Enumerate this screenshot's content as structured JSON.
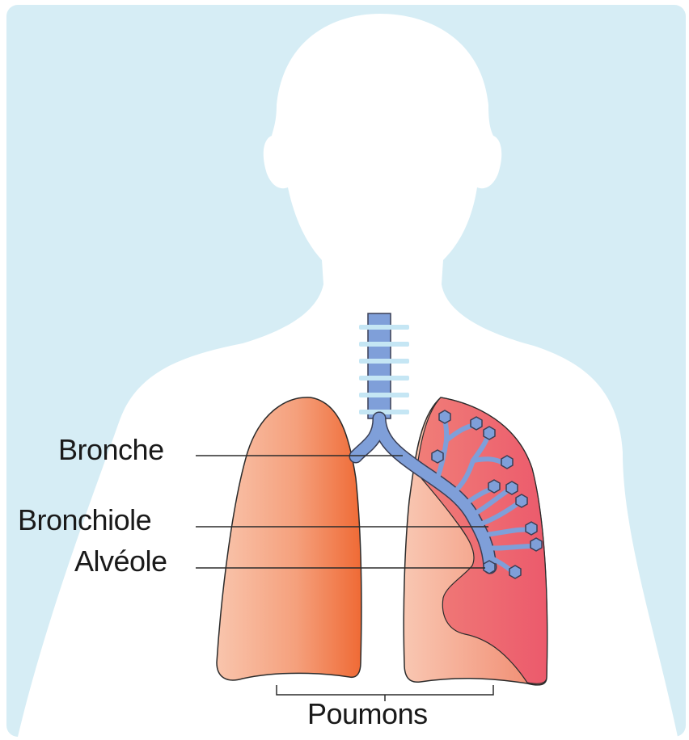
{
  "labels": {
    "bronche": "Bronche",
    "bronchiole": "Bronchiole",
    "alveole": "Alvéole",
    "poumons": "Poumons"
  },
  "colors": {
    "background": "#d6edf5",
    "silhouette": "#ffffff",
    "lung_light": "#f9c5ad",
    "lung_dark": "#ef6f3e",
    "lung_diseased": "#ee5e6e",
    "airway": "#7f9fd9",
    "trachea_rings": "#c5e6f4",
    "outline": "#2b2b2b"
  }
}
